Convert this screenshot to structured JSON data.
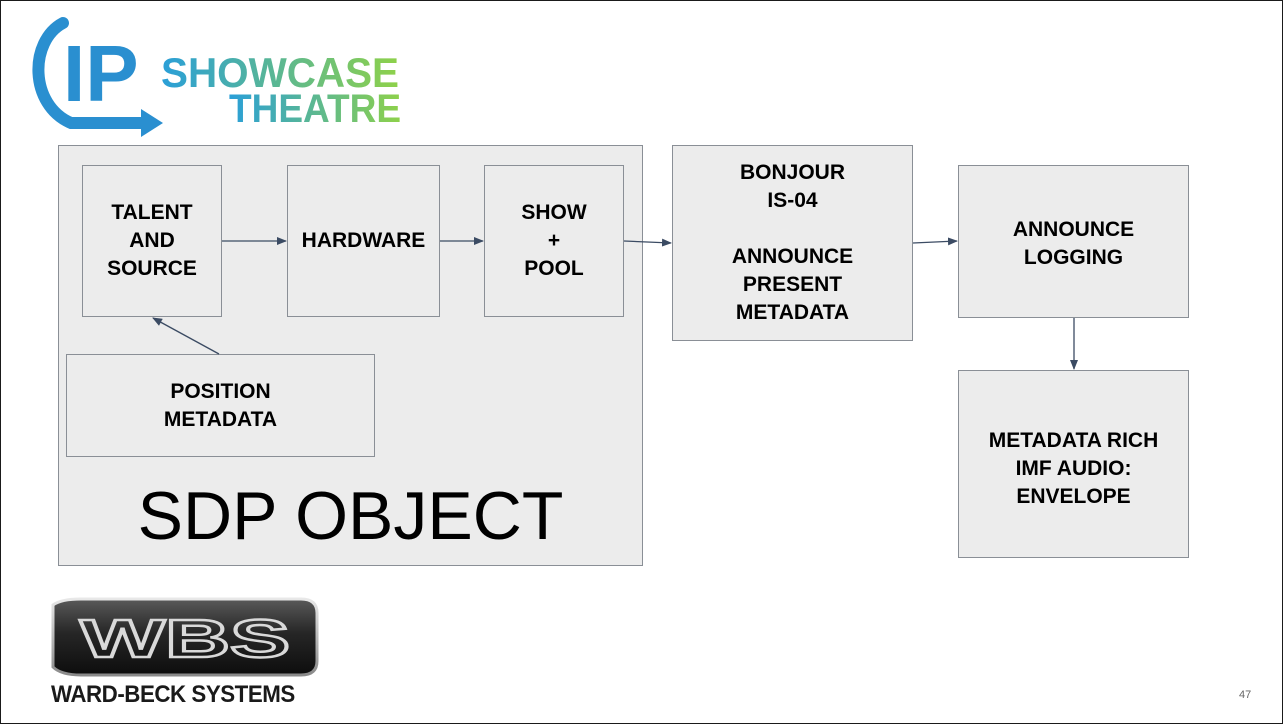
{
  "header": {
    "logo_ip": "IP",
    "logo_line1": "SHOWCASE",
    "logo_line2": "THEATRE"
  },
  "diagram": {
    "container_label": "SDP OBJECT",
    "boxes": {
      "talent": "TALENT\nAND\nSOURCE",
      "hardware": "HARDWARE",
      "show_pool": "SHOW\n+\nPOOL",
      "position_metadata": "POSITION\nMETADATA",
      "bonjour": "BONJOUR\nIS-04\n\nANNOUNCE\nPRESENT\nMETADATA",
      "announce_logging": "ANNOUNCE\nLOGGING",
      "metadata_rich": "METADATA RICH\nIMF AUDIO:\nENVELOPE"
    }
  },
  "footer": {
    "wbs_logo_text": "WBS",
    "wbs_caption": "WARD-BECK SYSTEMS",
    "page_number": "47"
  },
  "colors": {
    "ip_blue": "#2a8fd0",
    "showcase_gradient_start": "#2a9fd8",
    "showcase_gradient_end": "#8ed14a",
    "box_fill": "#ececec",
    "box_border": "#8a8f96",
    "arrow": "#3b4b63"
  }
}
